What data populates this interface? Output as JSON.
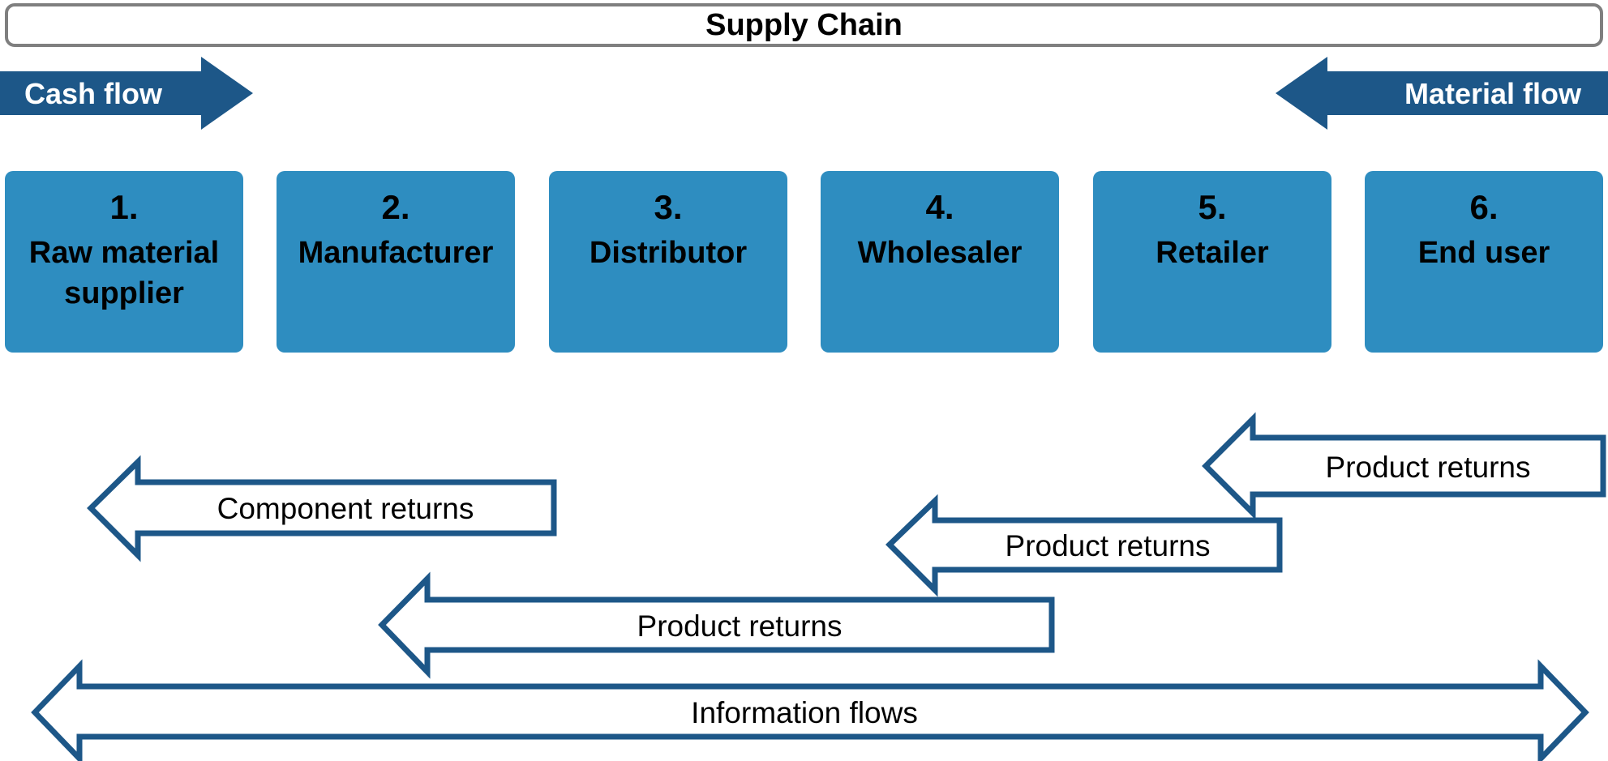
{
  "title": "Supply Chain",
  "flows": {
    "cash": "Cash flow",
    "material": "Material flow"
  },
  "stages": [
    {
      "number": "1.",
      "name": "Raw material supplier"
    },
    {
      "number": "2.",
      "name": "Manufacturer"
    },
    {
      "number": "3.",
      "name": "Distributor"
    },
    {
      "number": "4.",
      "name": "Wholesaler"
    },
    {
      "number": "5.",
      "name": "Retailer"
    },
    {
      "number": "6.",
      "name": "End user"
    }
  ],
  "return_arrows": [
    {
      "label": "Product returns"
    },
    {
      "label": "Component returns"
    },
    {
      "label": "Product returns"
    },
    {
      "label": "Product returns"
    }
  ],
  "information_flow": {
    "label": "Information flows"
  },
  "colors": {
    "dark_blue": "#1d5788",
    "box_blue": "#2e8dc0",
    "border_gray": "#7f7f7f",
    "arrow_fill": "#ffffff",
    "text_black": "#000000",
    "flow_text_white": "#ffffff"
  }
}
